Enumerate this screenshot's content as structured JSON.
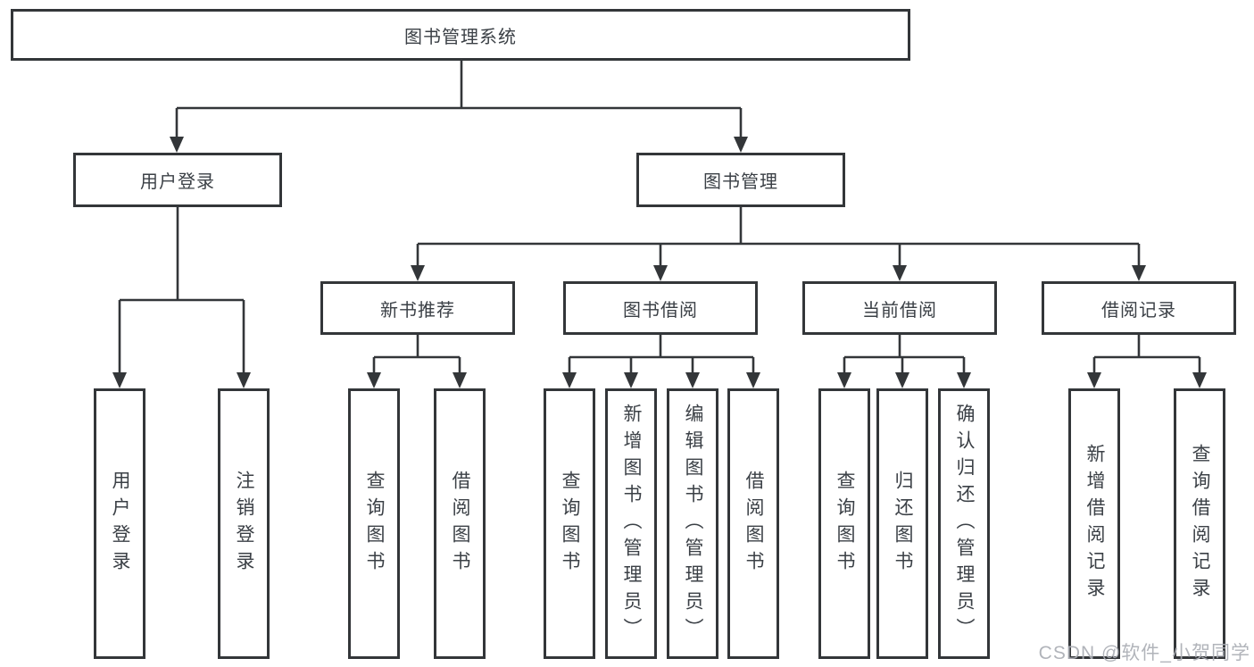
{
  "diagram": {
    "title": "图书管理系统",
    "branches": [
      {
        "label": "用户登录",
        "children": [
          {
            "label": "用户登录"
          },
          {
            "label": "注销登录"
          }
        ]
      },
      {
        "label": "图书管理",
        "children": [
          {
            "label": "新书推荐",
            "children": [
              {
                "label": "查询图书"
              },
              {
                "label": "借阅图书"
              }
            ]
          },
          {
            "label": "图书借阅",
            "children": [
              {
                "label": "查询图书"
              },
              {
                "label": "新增图书（管理员）"
              },
              {
                "label": "编辑图书（管理员）"
              },
              {
                "label": "借阅图书"
              }
            ]
          },
          {
            "label": "当前借阅",
            "children": [
              {
                "label": "查询图书"
              },
              {
                "label": "归还图书"
              },
              {
                "label": "确认归还（管理员）"
              }
            ]
          },
          {
            "label": "借阅记录",
            "children": [
              {
                "label": "新增借阅记录"
              },
              {
                "label": "查询借阅记录"
              }
            ]
          }
        ]
      }
    ]
  },
  "watermark": "CSDN @软件_小贺同学",
  "colors": {
    "line": "#333639",
    "text": "#3b4046",
    "watermark": "#abaeb5",
    "background": "#ffffff"
  }
}
